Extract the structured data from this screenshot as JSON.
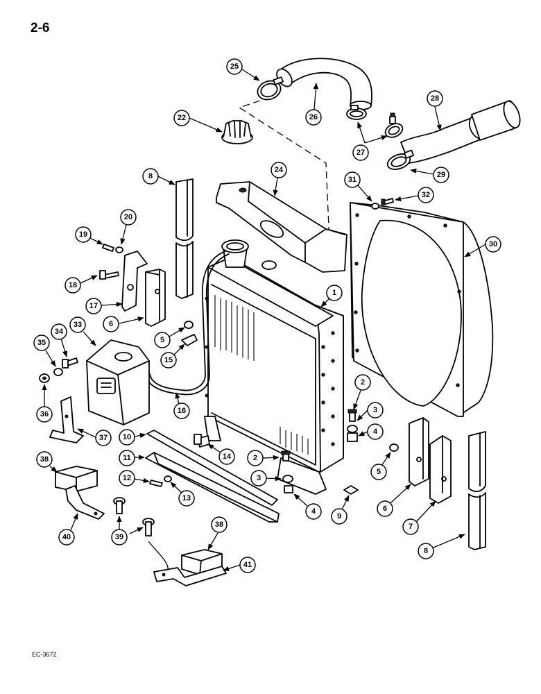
{
  "page_number": "2-6",
  "reference_code": "EC-3672",
  "callouts": [
    "1",
    "2",
    "3",
    "4",
    "5",
    "6",
    "7",
    "8",
    "9",
    "10",
    "11",
    "12",
    "13",
    "14",
    "15",
    "16",
    "17",
    "18",
    "19",
    "20",
    "22",
    "24",
    "25",
    "26",
    "27",
    "28",
    "29",
    "30",
    "31",
    "32",
    "33",
    "34",
    "35",
    "36",
    "37",
    "38",
    "39",
    "40",
    "41"
  ]
}
